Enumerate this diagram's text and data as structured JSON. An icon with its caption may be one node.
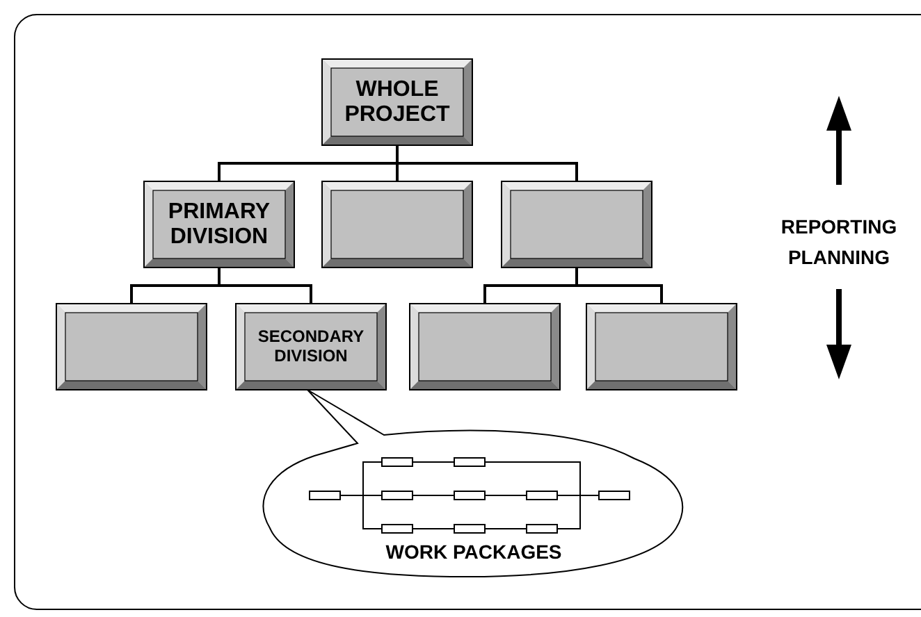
{
  "diagram": {
    "nodes": [
      {
        "text": [
          "WHOLE PROJECT"
        ]
      },
      {
        "text": [
          "PRIMARY DIVISION"
        ]
      },
      {
        "text": [],
        "shape": "box"
      },
      {
        "text": [],
        "shape": "box"
      },
      {
        "text": [],
        "shape": "box"
      },
      {
        "text": [
          "SECONDARY DIVISION"
        ]
      },
      {
        "text": [],
        "shape": "box"
      },
      {
        "text": [],
        "shape": "box"
      },
      {
        "text": [
          "WORK PACKAGES"
        ]
      },
      {
        "text": [],
        "shape": "box",
        "in": 8
      },
      {
        "text": [],
        "shape": "box",
        "in": 8
      },
      {
        "text": [],
        "shape": "box",
        "in": 8
      },
      {
        "text": [],
        "shape": "box",
        "in": 8
      },
      {
        "text": [],
        "shape": "box",
        "in": 8
      },
      {
        "text": [],
        "shape": "box",
        "in": 8
      },
      {
        "text": [],
        "shape": "box",
        "in": 8
      },
      {
        "text": [],
        "shape": "box",
        "in": 8
      },
      {
        "text": [],
        "shape": "box",
        "in": 8
      },
      {
        "text": [],
        "shape": "box",
        "in": 8
      }
    ],
    "edges": [
      {
        "from": 0,
        "to": 1,
        "arrow": "none"
      },
      {
        "from": 0,
        "to": 2,
        "arrow": "none"
      },
      {
        "from": 0,
        "to": 3,
        "arrow": "none"
      },
      {
        "from": 1,
        "to": 4,
        "arrow": "none"
      },
      {
        "from": 1,
        "to": 5,
        "arrow": "none"
      },
      {
        "from": 3,
        "to": 6,
        "arrow": "none"
      },
      {
        "from": 3,
        "to": 7,
        "arrow": "none"
      },
      {
        "from": 11,
        "to": 9,
        "arrow": "none"
      },
      {
        "from": 11,
        "to": 12,
        "arrow": "none"
      },
      {
        "from": 11,
        "to": 16,
        "arrow": "none"
      },
      {
        "from": 9,
        "to": 10,
        "arrow": "none"
      },
      {
        "from": 10,
        "to": 15,
        "arrow": "none"
      },
      {
        "from": 12,
        "to": 13,
        "arrow": "none"
      },
      {
        "from": 13,
        "to": 14,
        "arrow": "none"
      },
      {
        "from": 14,
        "to": 15,
        "arrow": "none"
      },
      {
        "from": 16,
        "to": 17,
        "arrow": "none"
      },
      {
        "from": 17,
        "to": 18,
        "arrow": "none"
      },
      {
        "from": 18,
        "to": 15,
        "arrow": "none"
      }
    ],
    "labels": [
      "REPORTING",
      "PLANNING"
    ]
  }
}
